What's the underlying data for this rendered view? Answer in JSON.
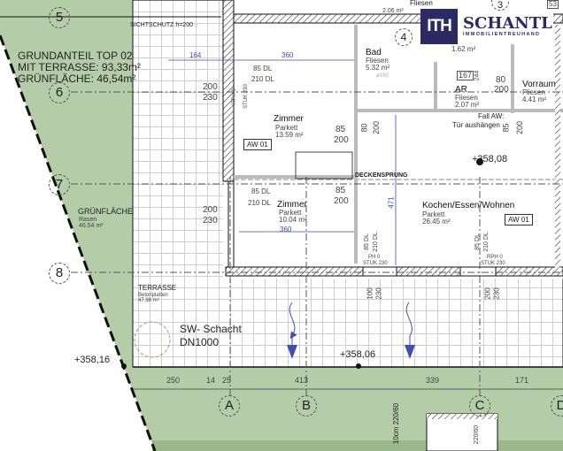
{
  "logo": {
    "mark": "ITH",
    "name": "SCHANTL",
    "subtitle": "IMMOBILIENTREUHAND",
    "brand_color": "#2b2a66"
  },
  "colors": {
    "green": "#b5cca8",
    "dark_green": "#9bb88c",
    "dimension_blue": "#3d4fb0"
  },
  "info": {
    "line1": "GRUNDANTEIL TOP 02",
    "line2": "MIT TERRASSE: 93,33m²",
    "line3": "GRÜNFLÄCHE: 46,54m²"
  },
  "axes": {
    "rows": [
      "5",
      "6",
      "7",
      "8"
    ],
    "cols": [
      "A",
      "B",
      "C",
      "D"
    ],
    "stair": "4",
    "stair_top": "3"
  },
  "labels": {
    "sichtschutz": "SICHTSCHUTZ h=200",
    "deckensprung": "DECKENSPRUNG",
    "fall_aw_1": "Fall AW:",
    "fall_aw_2": "Tür aushängen",
    "sw_schacht_1": "SW- Schacht",
    "sw_schacht_2": "DN1000",
    "aw01": "AW 01"
  },
  "levels": {
    "inside": "+358,08",
    "terrace": "+358,06",
    "garden": "+358,16"
  },
  "rooms": [
    {
      "name": "Zimmer",
      "floor": "Parkett",
      "area": "13.59 m²"
    },
    {
      "name": "Zimmer",
      "floor": "Parkett",
      "area": "10.04 m²"
    },
    {
      "name": "Bad",
      "floor": "Fliesen",
      "area": "5.32 m²"
    },
    {
      "name": "AR",
      "floor": "Fliesen",
      "area": "2.07 m²"
    },
    {
      "name": "Vorraum",
      "floor": "Fliesen",
      "area": "4.41 m²"
    },
    {
      "name": "Kochen/Essen/Wohnen",
      "floor": "Parkett",
      "area": "26.45 m²"
    },
    {
      "name": "GRÜNFLÄCHE",
      "floor": "Rasen",
      "area": "46.54 m²"
    },
    {
      "name": "TERRASSE",
      "floor": "Betonplatten",
      "area": "47.98 m²"
    },
    {
      "name": "",
      "floor": "Fliesen",
      "area": "2.06 m²"
    },
    {
      "name": "",
      "floor": "Fliesen",
      "area": "1.62 m²"
    }
  ],
  "dimensions": {
    "d164": "164",
    "d360a": "360",
    "d360b": "360",
    "d471": "471",
    "win1_a": "85 DL",
    "win1_b": "210 DL",
    "win2_a": "85 DL",
    "win2_b": "210 DL",
    "rph": "RPH 0",
    "stuk": "STUK 230",
    "h200": "200",
    "h230": "230",
    "door85": "85",
    "door200": "200",
    "door80": "80",
    "d167": "167",
    "d244": "244",
    "d100": "100",
    "d150": "ø150",
    "win3_a": "85 DL",
    "win3_b": "210 DL",
    "ph0": "PH 0",
    "stuk3": "STUK 230",
    "win4_a": "85 DL",
    "win4_b": "210 DL",
    "rph4": "RPH 0",
    "stuk4": "STUK 230",
    "bottom": [
      "250",
      "14",
      "25",
      "413",
      "339",
      "171"
    ],
    "stair_dim": "220/60",
    "stair_dim2": "10cm 220/60",
    "top_box": "53"
  }
}
